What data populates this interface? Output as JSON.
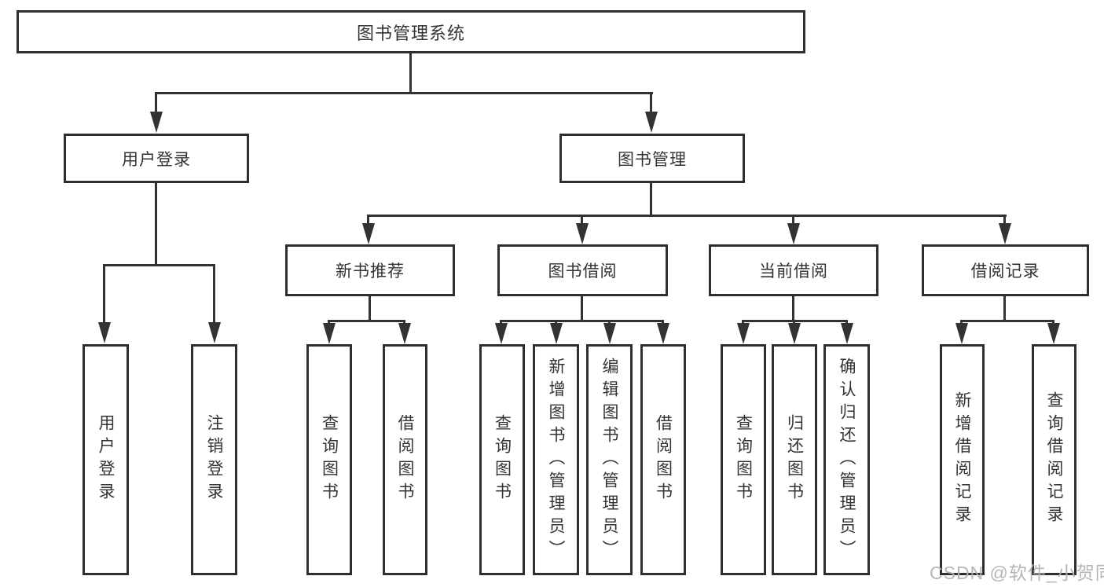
{
  "diagram": {
    "title": "图书管理系统",
    "root": {
      "label": "图书管理系统"
    },
    "level2": [
      {
        "label": "用户登录"
      },
      {
        "label": "图书管理"
      }
    ],
    "level3": [
      {
        "label": "新书推荐"
      },
      {
        "label": "图书借阅"
      },
      {
        "label": "当前借阅"
      },
      {
        "label": "借阅记录"
      }
    ],
    "level4": [
      {
        "label": "用户登录",
        "parent": "用户登录"
      },
      {
        "label": "注销登录",
        "parent": "用户登录"
      },
      {
        "label": "查询图书",
        "parent": "新书推荐"
      },
      {
        "label": "借阅图书",
        "parent": "新书推荐"
      },
      {
        "label": "查询图书",
        "parent": "图书借阅"
      },
      {
        "label": "新增图书（管理员）",
        "parent": "图书借阅"
      },
      {
        "label": "编辑图书（管理员）",
        "parent": "图书借阅"
      },
      {
        "label": "借阅图书",
        "parent": "图书借阅"
      },
      {
        "label": "查询图书",
        "parent": "当前借阅"
      },
      {
        "label": "归还图书",
        "parent": "当前借阅"
      },
      {
        "label": "确认归还（管理员）",
        "parent": "当前借阅"
      },
      {
        "label": "新增借阅记录",
        "parent": "借阅记录"
      },
      {
        "label": "查询借阅记录",
        "parent": "借阅记录"
      }
    ],
    "colors": {
      "line": "#333333",
      "box_border": "#2e2e2e",
      "text": "#333333",
      "background": "#ffffff",
      "watermark": "#b2b2b2"
    }
  },
  "watermark": {
    "text": "CSDN @软件_小贺同学"
  }
}
